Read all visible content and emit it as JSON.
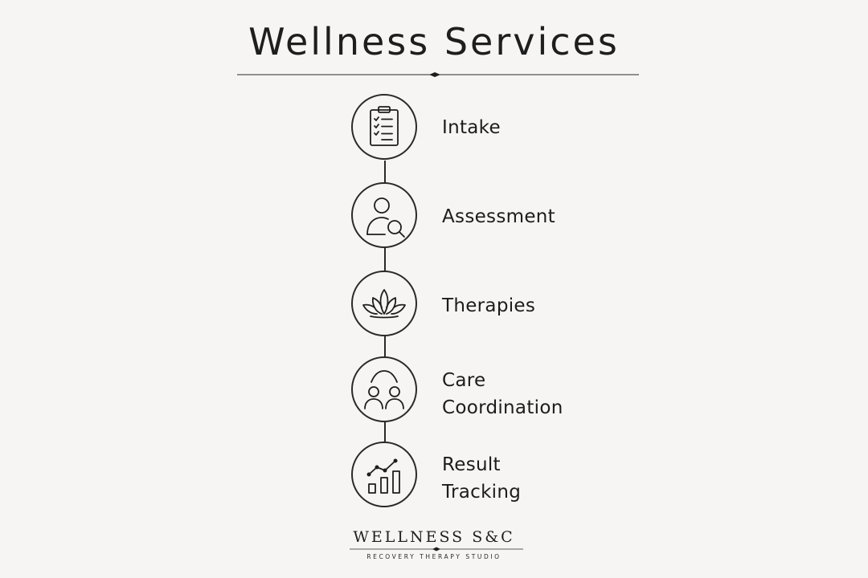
{
  "title": "Wellness Services",
  "steps": [
    {
      "icon": "clipboard-checklist-icon",
      "lines": [
        "Intake"
      ]
    },
    {
      "icon": "person-magnifier-icon",
      "lines": [
        "Assessment"
      ]
    },
    {
      "icon": "lotus-icon",
      "lines": [
        "Therapies"
      ]
    },
    {
      "icon": "two-people-arc-icon",
      "lines": [
        "Care",
        "Coordination"
      ]
    },
    {
      "icon": "bar-chart-trend-icon",
      "lines": [
        "Result",
        "Tracking"
      ]
    }
  ],
  "brand": {
    "name": "WELLNESS S&C",
    "tagline": "RECOVERY THERAPY STUDIO"
  },
  "colors": {
    "background": "#f6f5f3",
    "ink": "#1c1c1c"
  }
}
